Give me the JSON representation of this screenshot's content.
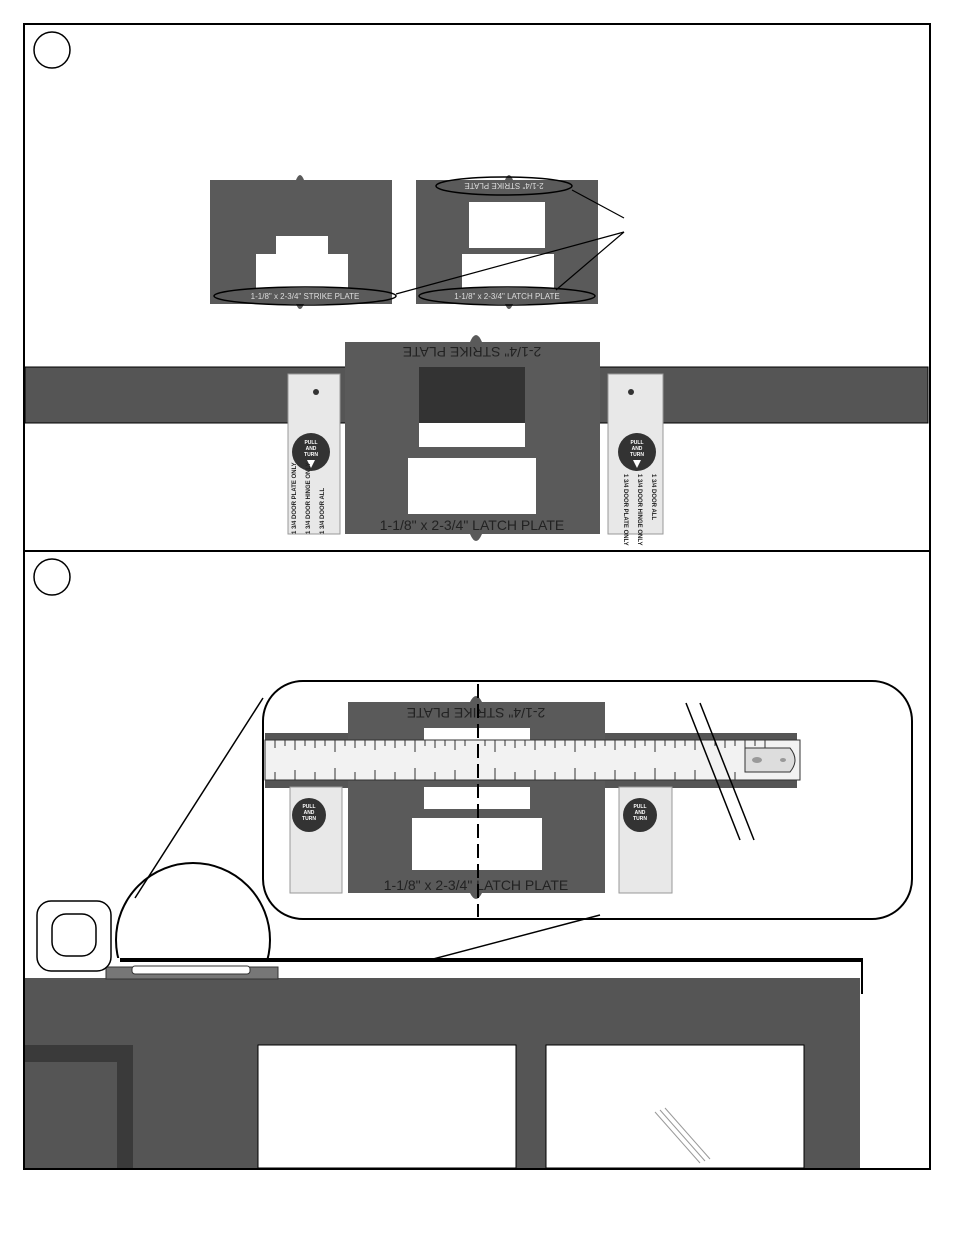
{
  "colors": {
    "plate": "#5a5a5a",
    "frame": "#555555",
    "jamb": "#e8e8e8",
    "line": "#000000"
  },
  "template_labels": {
    "strike_small": "1-1/8\" x 2-3/4\" STRIKE PLATE",
    "latch_small": "1-1/8\" x 2-3/4\" LATCH PLATE",
    "strike_big_small": "2-1/4\" STRIKE PLATE",
    "strike_big": "2-1/4\" STRIKE PLATE",
    "latch_big": "1-1/8\" x 2-3/4\" LATCH PLATE"
  },
  "tab": {
    "pull": "PULL",
    "and": "AND",
    "turn": "TURN",
    "line1": "1 3/4 DOOR PLATE ONLY",
    "line2": "1 3/4 DOOR HINGE ONLY",
    "line3": "1 3/4 DOOR ALL"
  },
  "steps": [
    {
      "marker": "step-1"
    },
    {
      "marker": "step-2"
    }
  ]
}
